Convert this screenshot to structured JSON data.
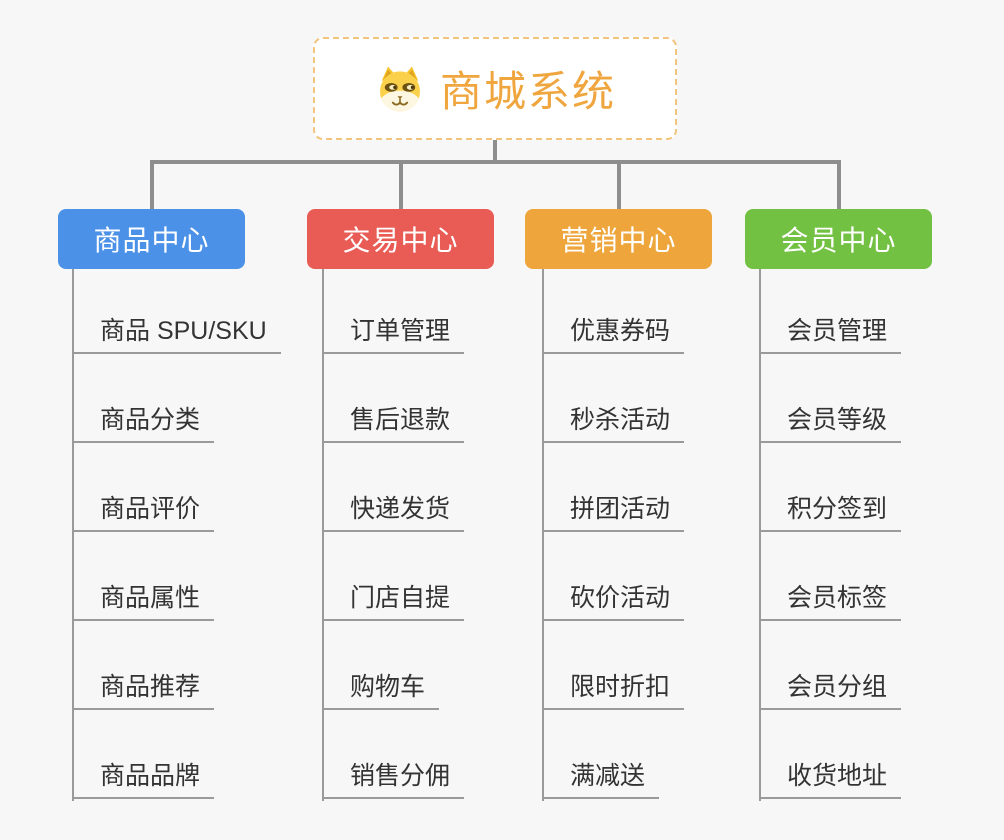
{
  "root": {
    "title": "商城系统",
    "icon": "dog-face-icon",
    "accent_color": "#f0a63f",
    "border_color": "#f2c57e"
  },
  "connector_color": "#8e8e8e",
  "underline_color": "#9a9a9a",
  "branches": [
    {
      "label": "商品中心",
      "color": "#4b91e8",
      "children": [
        "商品 SPU/SKU",
        "商品分类",
        "商品评价",
        "商品属性",
        "商品推荐",
        "商品品牌"
      ]
    },
    {
      "label": "交易中心",
      "color": "#e85c55",
      "children": [
        "订单管理",
        "售后退款",
        "快递发货",
        "门店自提",
        "购物车",
        "销售分佣"
      ]
    },
    {
      "label": "营销中心",
      "color": "#eea63c",
      "children": [
        "优惠券码",
        "秒杀活动",
        "拼团活动",
        "砍价活动",
        "限时折扣",
        "满减送"
      ]
    },
    {
      "label": "会员中心",
      "color": "#72c142",
      "children": [
        "会员管理",
        "会员等级",
        "积分签到",
        "会员标签",
        "会员分组",
        "收货地址"
      ]
    }
  ]
}
